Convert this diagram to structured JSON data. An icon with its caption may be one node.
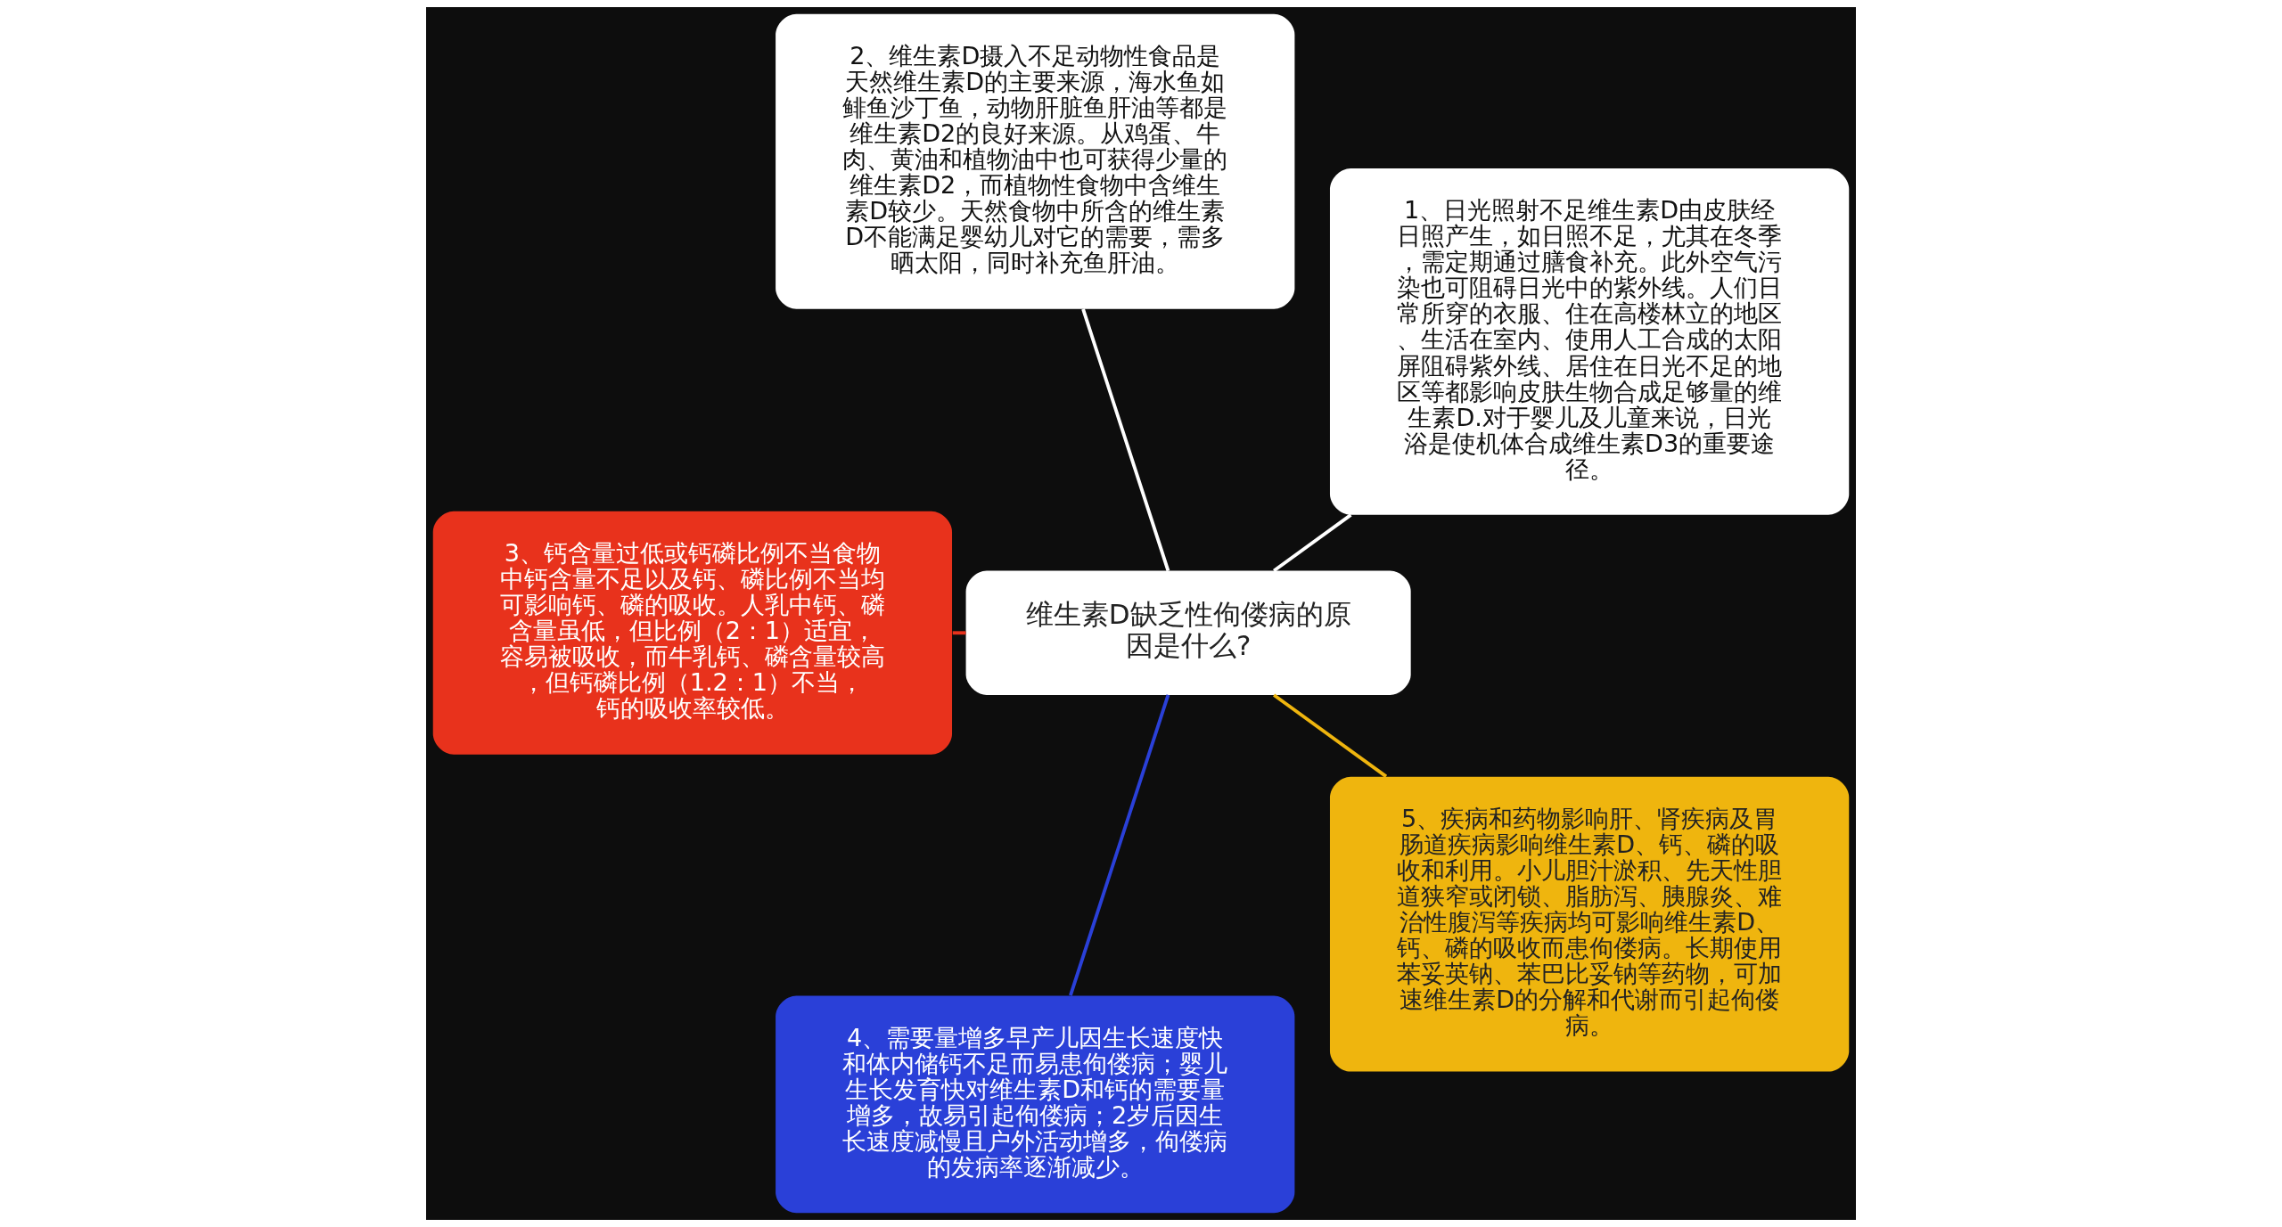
{
  "diagram": {
    "nodes": [
      {
        "text": [
          "维生素D缺乏性佝偻病的原因是什么?"
        ]
      },
      {
        "text": [
          "1、日光照射不足维生素D由皮肤经日照产生，如日照不足，尤其在冬季，需定期通过膳食补充。此外空气污染也可阻碍日光中的紫外线。人们日常所穿的衣服、住在高楼林立的地区、生活在室内、使用人工合成的太阳屏阻碍紫外线、居住在日光不足的地区等都影响皮肤生物合成足够量的维生素D.对于婴儿及儿童来说，日光浴是使机体合成维生素D3的重要途径。"
        ]
      },
      {
        "text": [
          "2、维生素D摄入不足动物性食品是天然维生素D的主要来源，海水鱼如鲱鱼沙丁鱼，动物肝脏鱼肝油等都是维生素D2的良好来源。从鸡蛋、牛肉、黄油和植物油中也可获得少量的维生素D2，而植物性食物中含维生素D较少。天然食物中所含的维生素D不能满足婴幼儿对它的需要，需多晒太阳，同时补充鱼肝油。"
        ]
      },
      {
        "text": [
          "3、钙含量过低或钙磷比例不当食物中钙含量不足以及钙、磷比例不当均可影响钙、磷的吸收。人乳中钙、磷含量虽低，但比例（2：1）适宜，容易被吸收，而牛乳钙、磷含量较高，但钙磷比例（1.2：1）不当，钙的吸收率较低。"
        ]
      },
      {
        "text": [
          "4、需要量增多早产儿因生长速度快和体内储钙不足而易患佝偻病；婴儿生长发育快对维生素D和钙的需要量增多，故易引起佝偻病；2岁后因生长速度减慢且户外活动增多，佝偻病的发病率逐渐减少。"
        ]
      },
      {
        "text": [
          "5、疾病和药物影响肝、肾疾病及胃肠道疾病影响维生素D、钙、磷的吸收和利用。小儿胆汁淤积、先天性胆道狭窄或闭锁、脂肪泻、胰腺炎、难治性腹泻等疾病均可影响维生素D、钙、磷的吸收而患佝偻病。长期使用苯妥英钠、苯巴比妥钠等药物，可加速维生素D的分解和代谢而引起佝偻病。"
        ]
      }
    ],
    "edges": [
      {
        "from": 0,
        "to": 1,
        "arrow": "none",
        "color": "#ffffff"
      },
      {
        "from": 0,
        "to": 2,
        "arrow": "none",
        "color": "#ffffff"
      },
      {
        "from": 0,
        "to": 3,
        "arrow": "none",
        "color": "#e8321c"
      },
      {
        "from": 0,
        "to": 4,
        "arrow": "none",
        "color": "#2a40d8"
      },
      {
        "from": 0,
        "to": 5,
        "arrow": "none",
        "color": "#efb50e"
      }
    ]
  }
}
